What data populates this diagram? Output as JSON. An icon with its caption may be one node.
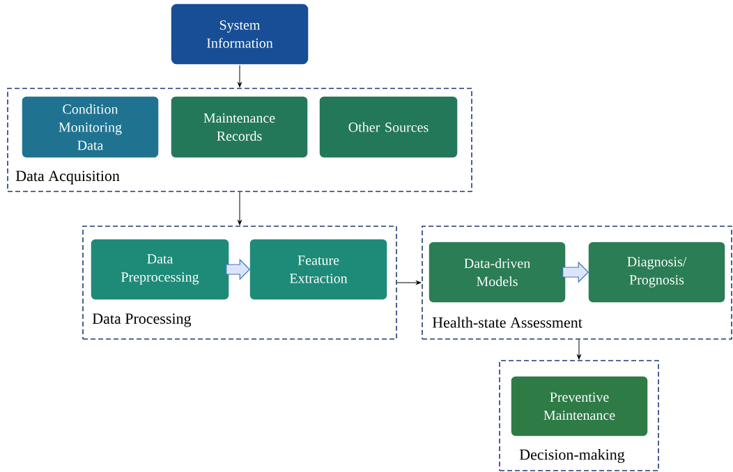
{
  "diagram": {
    "nodes": [
      {
        "text": [
          "System Information"
        ]
      },
      {
        "text": [
          "Data Acquisition"
        ]
      },
      {
        "text": [
          "Condition Monitoring Data"
        ],
        "in": 1
      },
      {
        "text": [
          "Maintenance Records"
        ],
        "in": 1
      },
      {
        "text": [
          "Other Sources"
        ],
        "in": 1
      },
      {
        "text": [
          "Data Processing"
        ]
      },
      {
        "text": [
          "Data Preprocessing"
        ],
        "in": 5
      },
      {
        "text": [
          "Feature Extraction"
        ],
        "in": 5
      },
      {
        "text": [
          "Health-state Assessment"
        ]
      },
      {
        "text": [
          "Data-driven Models"
        ],
        "in": 8
      },
      {
        "text": [
          "Diagnosis/ Prognosis"
        ],
        "in": 8
      },
      {
        "text": [
          "Decision-making"
        ]
      },
      {
        "text": [
          "Preventive Maintenance"
        ],
        "in": 11
      }
    ],
    "edges": [
      {
        "from": 0,
        "to": 1,
        "arrow": "to"
      },
      {
        "from": 1,
        "to": 5,
        "arrow": "to"
      },
      {
        "from": 5,
        "to": 8,
        "arrow": "to"
      },
      {
        "from": 8,
        "to": 11,
        "arrow": "to"
      },
      {
        "from": 6,
        "to": 7,
        "arrow": "to",
        "style": "thick"
      },
      {
        "from": 9,
        "to": 10,
        "arrow": "to",
        "style": "thick"
      }
    ]
  }
}
